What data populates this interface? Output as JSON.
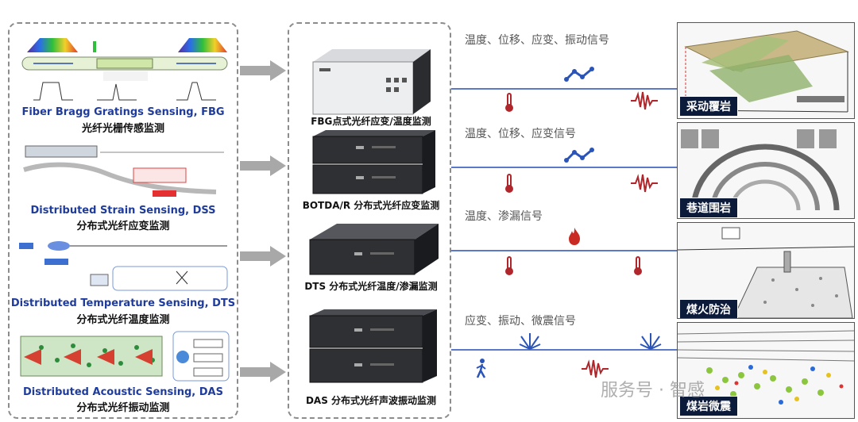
{
  "left": {
    "fbg": {
      "en": "Fiber Bragg Gratings Sensing, FBG",
      "zh": "光纤光栅传感监测"
    },
    "dss": {
      "en": "Distributed Strain Sensing, DSS",
      "zh": "分布式光纤应变监测"
    },
    "dts": {
      "en": "Distributed Temperature Sensing, DTS",
      "zh": "分布式光纤温度监测"
    },
    "das": {
      "en": "Distributed Acoustic Sensing, DAS",
      "zh": "分布式光纤振动监测"
    }
  },
  "devices": [
    {
      "label": "FBG点式光纤应变/温度监测"
    },
    {
      "label": "BOTDA/R 分布式光纤应变监测"
    },
    {
      "label": "DTS 分布式光纤温度/渗漏监测"
    },
    {
      "label": "DAS 分布式光纤声波振动监测"
    }
  ],
  "signals": [
    "温度、位移、应变、振动信号",
    "温度、位移、应变信号",
    "温度、渗漏信号",
    "应变、振动、微震信号"
  ],
  "applications": [
    {
      "label": "采动覆岩"
    },
    {
      "label": "巷道围岩"
    },
    {
      "label": "煤火防治"
    },
    {
      "label": "煤岩微震"
    }
  ],
  "watermark": "服务号 · 智感"
}
